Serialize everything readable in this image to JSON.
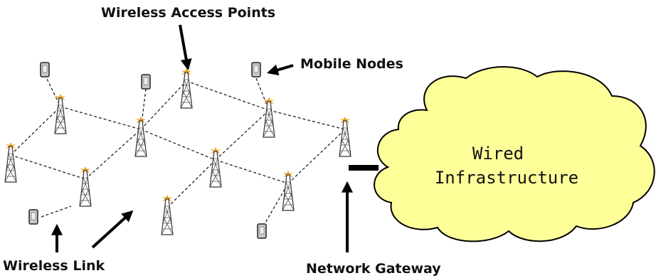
{
  "labels": {
    "access_points": "Wireless Access Points",
    "mobile_nodes": "Mobile Nodes",
    "wireless_link": "Wireless Link",
    "network_gateway": "Network Gateway",
    "cloud_line1": "Wired",
    "cloud_line2": "Infrastructure"
  },
  "colors": {
    "cloud_fill": "#ffff99",
    "cloud_stroke": "#000000",
    "antenna_star": "#f0a020",
    "device_fill": "#c8c8c8"
  }
}
